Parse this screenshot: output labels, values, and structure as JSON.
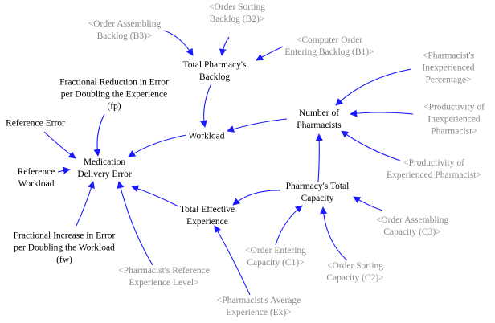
{
  "diagram": {
    "link_color": "#1a1aff",
    "variable_color": "#000000",
    "shadow_variable_color": "#8a8a8a",
    "nodes": {
      "order_assembling_backlog": {
        "lines": [
          "<Order Assembling",
          "Backlog (B3)>"
        ],
        "kind": "shadow"
      },
      "order_sorting_backlog": {
        "lines": [
          "<Order Sorting",
          "Backlog (B2)>"
        ],
        "kind": "shadow"
      },
      "computer_order_backlog": {
        "lines": [
          "<Computer Order",
          "Entering Backlog (B1)>"
        ],
        "kind": "shadow"
      },
      "total_backlog": {
        "lines": [
          "Total Pharmacy's",
          "Backlog"
        ],
        "kind": "variable"
      },
      "inexperienced_pct": {
        "lines": [
          "<Pharmacist's",
          "Inexperienced",
          "Percentage>"
        ],
        "kind": "shadow"
      },
      "fractional_reduction": {
        "lines": [
          "Fractional Reduction in Error",
          "per Doubling the Experience",
          "(fp)"
        ],
        "kind": "variable"
      },
      "number_of_pharmacists": {
        "lines": [
          "Number of",
          "Pharmacists"
        ],
        "kind": "variable"
      },
      "productivity_inexperienced": {
        "lines": [
          "<Productivity of",
          "Inexperienced",
          "Pharmacist>"
        ],
        "kind": "shadow"
      },
      "reference_error": {
        "lines": [
          "Reference Error"
        ],
        "kind": "variable"
      },
      "workload": {
        "lines": [
          "Workload"
        ],
        "kind": "variable"
      },
      "medication_error": {
        "lines": [
          "Medication",
          "Delivery Error"
        ],
        "kind": "variable"
      },
      "reference_workload": {
        "lines": [
          "Reference",
          "Workload"
        ],
        "kind": "variable"
      },
      "productivity_experienced": {
        "lines": [
          "<Productivity of",
          "Experienced Pharmacist>"
        ],
        "kind": "shadow"
      },
      "total_capacity": {
        "lines": [
          "Pharmacy's Total",
          "Capacity"
        ],
        "kind": "variable"
      },
      "total_experience": {
        "lines": [
          "Total Effective",
          "Experience"
        ],
        "kind": "variable"
      },
      "order_assembling_capacity": {
        "lines": [
          "<Order Assembling",
          "Capacity (C3)>"
        ],
        "kind": "shadow"
      },
      "fractional_increase": {
        "lines": [
          "Fractional Increase in Error",
          "per Doubling the Workload",
          "(fw)"
        ],
        "kind": "variable"
      },
      "order_entering_capacity": {
        "lines": [
          "<Order Entering",
          "Capacity (C1)>"
        ],
        "kind": "shadow"
      },
      "order_sorting_capacity": {
        "lines": [
          "<Order Sorting",
          "Capacity (C2)>"
        ],
        "kind": "shadow"
      },
      "reference_experience": {
        "lines": [
          "<Pharmacist's Reference",
          "Experience Level>"
        ],
        "kind": "shadow"
      },
      "average_experience": {
        "lines": [
          "<Pharmacist's Average",
          "Experience (Ex)>"
        ],
        "kind": "shadow"
      }
    },
    "links": [
      {
        "from": "order_assembling_backlog",
        "to": "total_backlog"
      },
      {
        "from": "order_sorting_backlog",
        "to": "total_backlog"
      },
      {
        "from": "computer_order_backlog",
        "to": "total_backlog"
      },
      {
        "from": "total_backlog",
        "to": "workload"
      },
      {
        "from": "number_of_pharmacists",
        "to": "workload"
      },
      {
        "from": "inexperienced_pct",
        "to": "number_of_pharmacists"
      },
      {
        "from": "productivity_inexperienced",
        "to": "number_of_pharmacists"
      },
      {
        "from": "productivity_experienced",
        "to": "number_of_pharmacists"
      },
      {
        "from": "total_capacity",
        "to": "number_of_pharmacists"
      },
      {
        "from": "workload",
        "to": "medication_error"
      },
      {
        "from": "fractional_reduction",
        "to": "medication_error"
      },
      {
        "from": "reference_error",
        "to": "medication_error"
      },
      {
        "from": "reference_workload",
        "to": "medication_error"
      },
      {
        "from": "fractional_increase",
        "to": "medication_error"
      },
      {
        "from": "reference_experience",
        "to": "medication_error"
      },
      {
        "from": "total_experience",
        "to": "medication_error"
      },
      {
        "from": "total_capacity",
        "to": "total_experience"
      },
      {
        "from": "average_experience",
        "to": "total_experience"
      },
      {
        "from": "order_assembling_capacity",
        "to": "total_capacity"
      },
      {
        "from": "order_entering_capacity",
        "to": "total_capacity"
      },
      {
        "from": "order_sorting_capacity",
        "to": "total_capacity"
      }
    ]
  }
}
